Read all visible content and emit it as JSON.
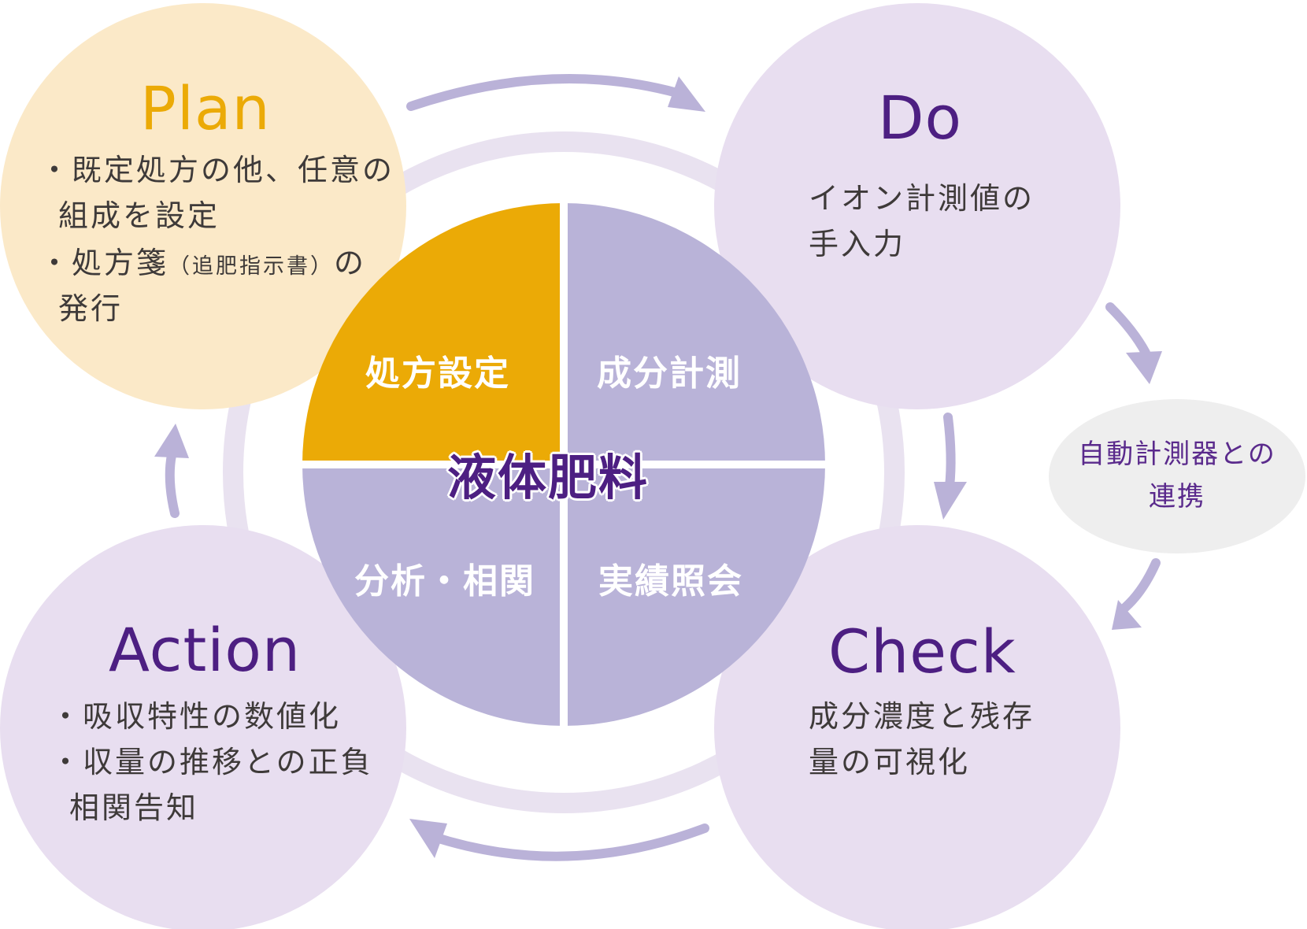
{
  "colors": {
    "plan_bg": "#fbe9c8",
    "plan_accent": "#ebaa06",
    "stage_bg": "#e8def0",
    "purple_text": "#4d1f82",
    "quadrant_purple": "#b9b3d8",
    "ring": "#e9e2f0",
    "arrow": "#bab2d8",
    "bubble_bg": "#eeeeee"
  },
  "plan": {
    "title": "Plan",
    "line1": "・既定処方の他、任意の",
    "line2": "組成を設定",
    "line3_a": "・処方箋",
    "line3_b": "（追肥指示書）",
    "line3_c": "の",
    "line4": "発行"
  },
  "do": {
    "title": "Do",
    "line1": "イオン計測値の",
    "line2": "手入力"
  },
  "check": {
    "title": "Check",
    "line1": "成分濃度と残存",
    "line2": "量の可視化"
  },
  "action": {
    "title": "Action",
    "line1": "・吸収特性の数値化",
    "line2": "・収量の推移との正負",
    "line3": "相関告知"
  },
  "center": {
    "label": "液体肥料",
    "quadrants": {
      "top_left": "処方設定",
      "top_right": "成分計測",
      "bottom_left": "分析・相関",
      "bottom_right": "実績照会"
    }
  },
  "auto_bubble": {
    "line1": "自動計測器との",
    "line2": "連携"
  },
  "icons": [
    "cycle-arrow-icon"
  ]
}
